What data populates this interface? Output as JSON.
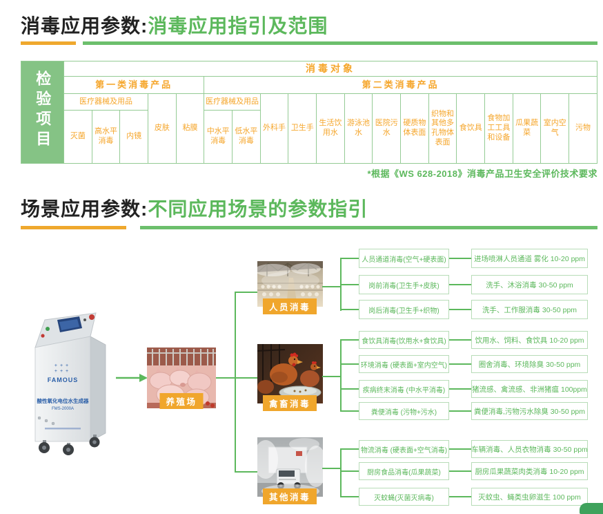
{
  "colors": {
    "accent_green": "#5CB85C",
    "accent_orange": "#F0A62C",
    "table_border_green": "#94CB94",
    "corner_cell_green": "#85C385",
    "table_text_orange": "#F5A62B"
  },
  "section1": {
    "title_black": "消毒应用参数:",
    "title_green": "消毒应用指引及范围",
    "footnote": "*根据《WS 628-2018》消毒产品卫生安全评价技术要求",
    "table": {
      "corner": "检验项目",
      "object_row": "消毒对象",
      "category1": "第一类消毒产品",
      "category2": "第二类消毒产品",
      "medical1": "医疗器械及用品",
      "medical2": "医疗器械及用品",
      "cat1_sub_cols": [
        "灭菌",
        "高水平消毒",
        "内镜"
      ],
      "cat1_span_cols": [
        "皮肤",
        "粘膜"
      ],
      "cat2_sub_cols": [
        "中水平消毒",
        "低水平消毒"
      ],
      "cat2_span_cols": [
        "外科手",
        "卫生手",
        "生活饮用水",
        "游泳池水",
        "医院污水",
        "硬质物体表面",
        "织物和其他多孔物体表面",
        "食饮具",
        "食物加工工具和设备",
        "瓜果蔬菜",
        "室内空气",
        "污物"
      ]
    }
  },
  "section2": {
    "title_black": "场景应用参数:",
    "title_green": "不同应用场景的参数指引"
  },
  "flowchart": {
    "device": {
      "brand": "FAMOUS",
      "name": "酸性氧化电位水生成器",
      "model": "FMS-2000A"
    },
    "source_label": "养殖场",
    "groups": [
      {
        "label": "人员消毒",
        "rows": [
          {
            "scene": "人员通道消毒(空气+硬表面)",
            "param": "进场喷淋人员通道 雾化 10-20 ppm"
          },
          {
            "scene": "岗前消毒(卫生手+皮肤)",
            "param": "洗手、沐浴消毒 30-50 ppm"
          },
          {
            "scene": "岗后消毒(卫生手+织物)",
            "param": "洗手、工作服消毒 30-50 ppm"
          }
        ]
      },
      {
        "label": "禽畜消毒",
        "rows": [
          {
            "scene": "食饮具消毒(饮用水+食饮具)",
            "param": "饮用水、饲料、食饮具 10-20 ppm"
          },
          {
            "scene": "环境消毒 (硬表面+室内空气)",
            "param": "圈舍消毒、环境除臭 30-50 ppm"
          },
          {
            "scene": "疾病终末消毒 (中水平消毒)",
            "param": "猪流感、禽流感、非洲猪瘟 100ppm"
          },
          {
            "scene": "粪便消毒 (污物+污水)",
            "param": "粪便消毒,污物污水除臭 30-50 ppm"
          }
        ]
      },
      {
        "label": "其他消毒",
        "rows": [
          {
            "scene": "物流消毒 (硬表面+空气消毒)",
            "param": "车辆消毒、人员衣物消毒 30-50 ppm"
          },
          {
            "scene": "厨房食品消毒(瓜果蔬菜)",
            "param": "厨房瓜果蔬菜肉类消毒 10-20 ppm"
          },
          {
            "scene": "灭蚊蝇(灭菌灭病毒)",
            "param": "灭蚊虫、蝇类虫卵滋生 100 ppm"
          }
        ]
      }
    ]
  }
}
